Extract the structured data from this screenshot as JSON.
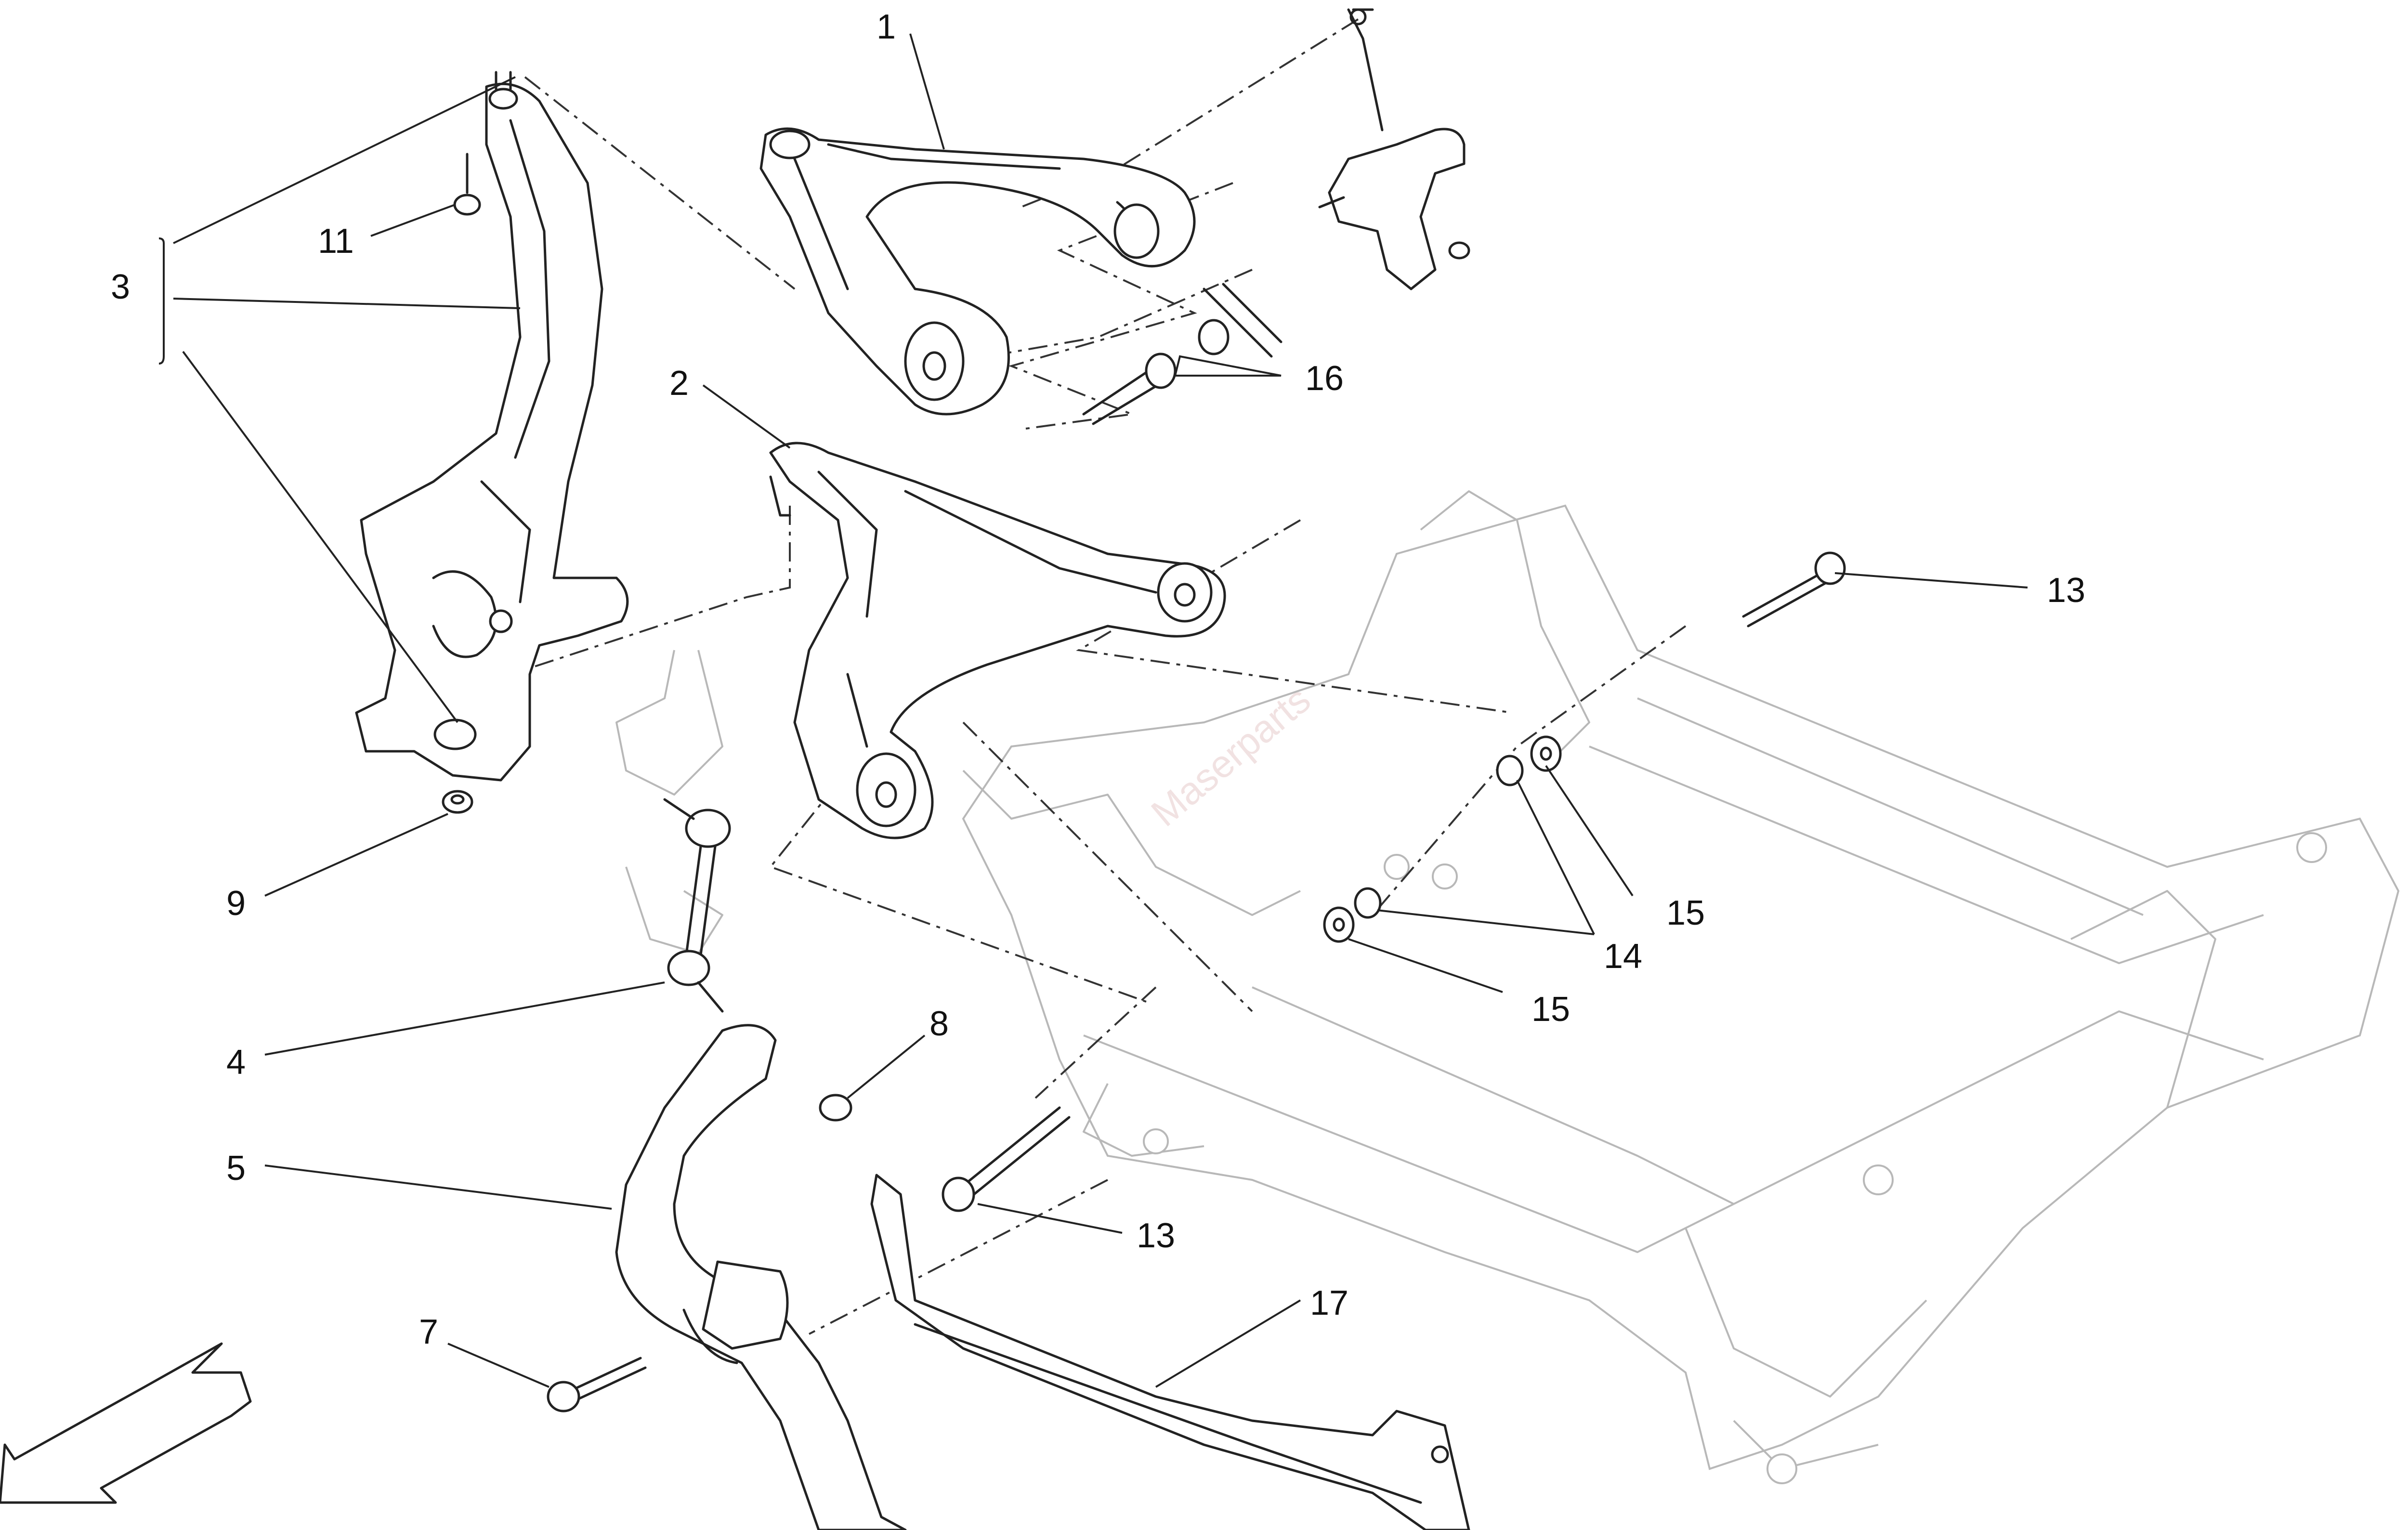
{
  "callouts": {
    "c1": "1",
    "c2": "2",
    "c3": "3",
    "c4": "4",
    "c5": "5",
    "c7": "7",
    "c8": "8",
    "c9": "9",
    "c11": "11",
    "c13a": "13",
    "c13b": "13",
    "c14": "14",
    "c15a": "15",
    "c15b": "15",
    "c16": "16",
    "c17": "17"
  },
  "watermark": "Maserparts",
  "colors": {
    "line": "#222222",
    "ghost": "#b8b8b8",
    "background": "#ffffff"
  },
  "icons": {
    "direction": "front-direction-arrow-icon"
  }
}
